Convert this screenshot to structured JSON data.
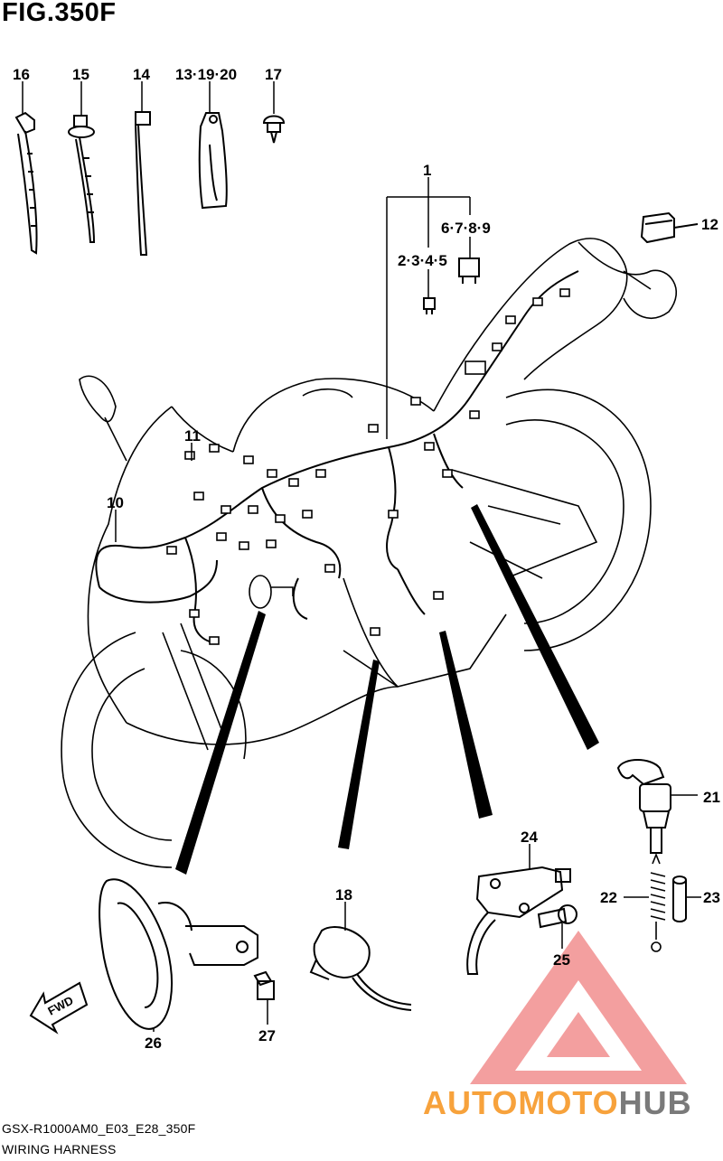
{
  "figure": {
    "title": "FIG.350F",
    "code": "GSX-R1000AM0_E03_E28_350F",
    "name": "WIRING HARNESS"
  },
  "fwd_label": "FWD",
  "watermark": {
    "part1": "AUTOMOTO",
    "part2": "HUB",
    "color1": "#f7a23c",
    "color2": "#7a7a7a",
    "logo_color": "#f08080"
  },
  "callouts": {
    "c1": "1",
    "c2345": "2·3·4·5",
    "c6789": "6·7·8·9",
    "c10": "10",
    "c11": "11",
    "c12": "12",
    "c131920": "13·19·20",
    "c14": "14",
    "c15": "15",
    "c16": "16",
    "c17": "17",
    "c18": "18",
    "c21": "21",
    "c22": "22",
    "c23": "23",
    "c24": "24",
    "c25": "25",
    "c26": "26",
    "c27": "27"
  }
}
